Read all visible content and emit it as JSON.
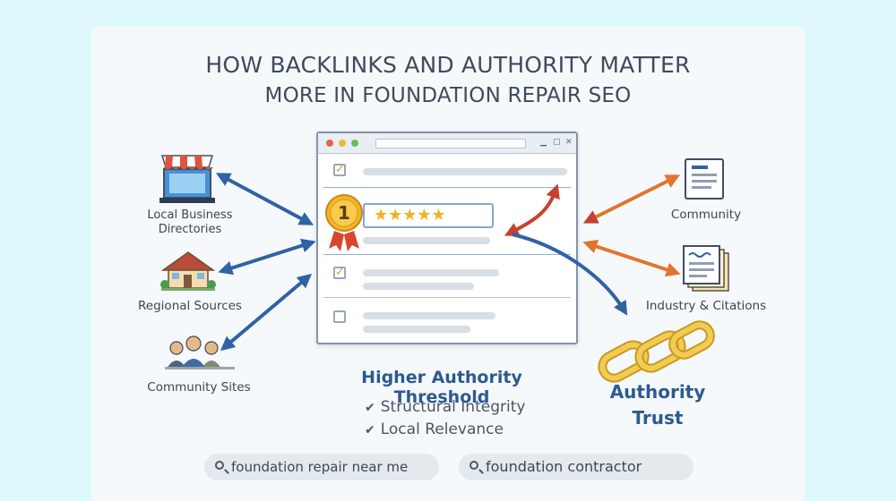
{
  "title": {
    "line1": "HOW BACKLINKS AND AUTHORITY MATTER",
    "line2": "MORE IN FOUNDATION REPAIR SEO"
  },
  "badge": {
    "rank": "1"
  },
  "left_sources": [
    {
      "label_line1": "Local Business",
      "label_line2": "Directories",
      "icon": "storefront-icon"
    },
    {
      "label": "Regional Sources",
      "icon": "house-icon"
    },
    {
      "label": "Community Sites",
      "icon": "people-group-icon"
    }
  ],
  "right_sources": [
    {
      "label": "Community",
      "icon": "document-icon"
    },
    {
      "label": "Industry & Citations",
      "icon": "stacked-documents-icon"
    }
  ],
  "center": {
    "heading": "Higher Authority Threshold",
    "bullets": [
      "Structural Integrity",
      "Local Relevance"
    ],
    "check": "✔"
  },
  "trust": {
    "line1": "Authority",
    "line2": "Trust",
    "icon": "chain-link-icon"
  },
  "search_pills": [
    {
      "text": "foundation repair near me",
      "icon": "search-icon"
    },
    {
      "text": "foundation contractor",
      "icon": "search-icon"
    }
  ],
  "colors": {
    "arrow_blue": "#2f63a3",
    "arrow_red": "#c6412e",
    "arrow_orange": "#e2742c",
    "gold": "#f1b21c",
    "heading_blue": "#2c5a8f"
  }
}
